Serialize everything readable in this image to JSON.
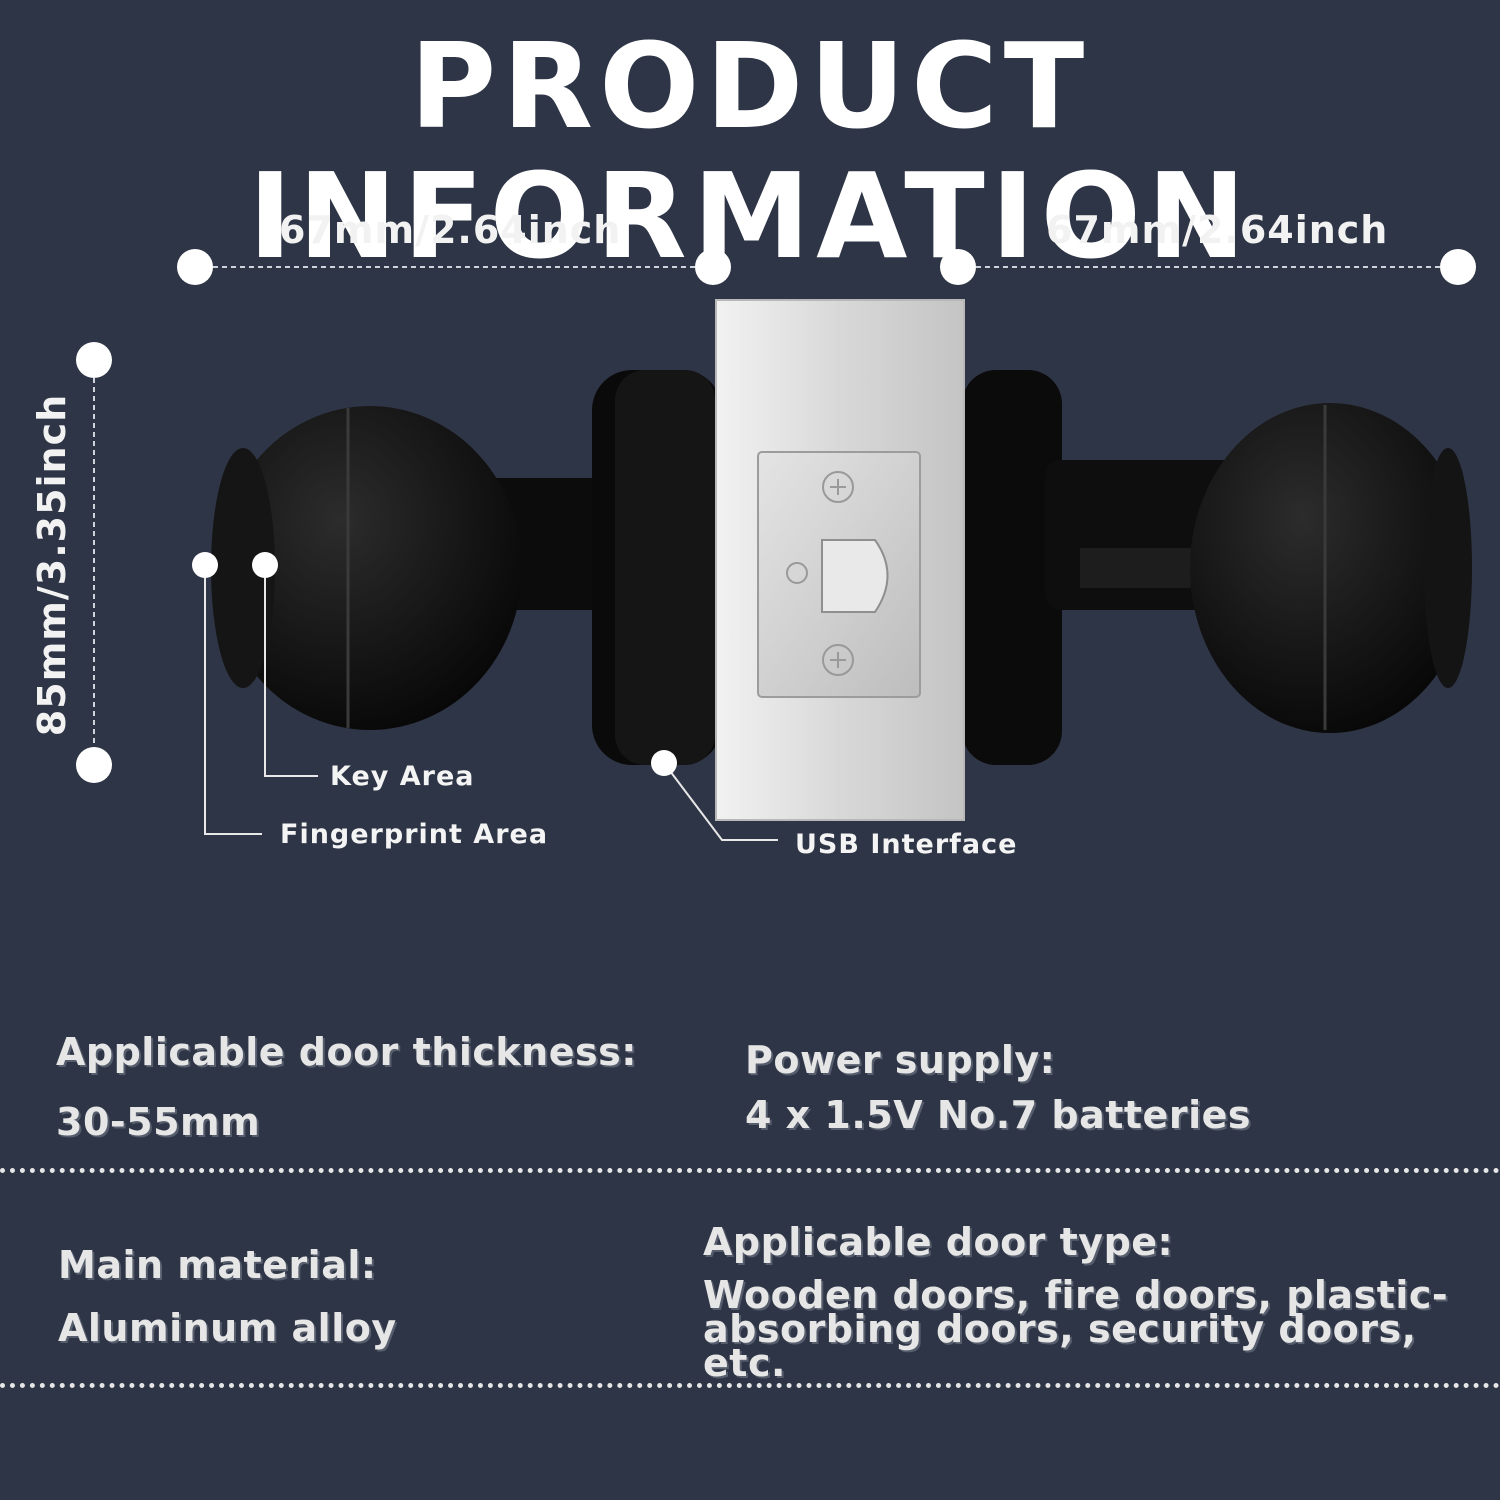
{
  "title": "PRODUCT INFORMATION",
  "dimensions": {
    "width_left": "67mm/2.64inch",
    "width_right": "67mm/2.64inch",
    "height": "85mm/3.35inch"
  },
  "callouts": {
    "key_area": "Key Area",
    "fingerprint_area": "Fingerprint Area",
    "usb_interface": "USB Interface"
  },
  "specs": {
    "door_thickness": {
      "label": "Applicable door thickness:",
      "value": "30-55mm"
    },
    "power_supply": {
      "label": "Power supply:",
      "value": "4 x 1.5V No.7 batteries"
    },
    "main_material": {
      "label": "Main material:",
      "value": "Aluminum alloy"
    },
    "door_type": {
      "label": "Applicable door type:",
      "value": "Wooden doors, fire doors, plastic-absorbing doors, security doors, etc."
    }
  },
  "colors": {
    "background": "#2e3546",
    "knob": "#111111",
    "plate": "#d9d9d9",
    "text": "#ffffff"
  }
}
